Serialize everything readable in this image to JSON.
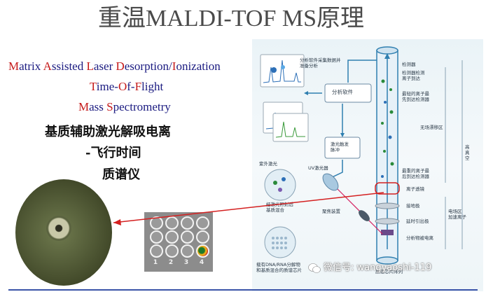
{
  "slide": {
    "title": "重温MALDI-TOF MS原理",
    "acronyms": [
      {
        "parts": [
          {
            "t": "M",
            "red": true
          },
          {
            "t": "atrix ",
            "red": false
          },
          {
            "t": "A",
            "red": true
          },
          {
            "t": "ssisted ",
            "red": false
          },
          {
            "t": "L",
            "red": true
          },
          {
            "t": "aser ",
            "red": false
          },
          {
            "t": "D",
            "red": true
          },
          {
            "t": "esorption/",
            "red": false
          },
          {
            "t": "I",
            "red": true
          },
          {
            "t": "onization",
            "red": false
          }
        ]
      },
      {
        "parts": [
          {
            "t": "T",
            "red": true
          },
          {
            "t": "ime-",
            "red": false
          },
          {
            "t": "O",
            "red": true
          },
          {
            "t": "f-",
            "red": false
          },
          {
            "t": "F",
            "red": true
          },
          {
            "t": "light",
            "red": false
          }
        ]
      },
      {
        "parts": [
          {
            "t": "M",
            "red": true
          },
          {
            "t": "ass ",
            "red": false
          },
          {
            "t": "S",
            "red": true
          },
          {
            "t": "pectrometry",
            "red": false
          }
        ]
      }
    ],
    "chinese_lines": [
      "基质辅助激光解吸电离",
      "-飞行时间",
      "质谱仪"
    ],
    "plate_numbers": [
      "1",
      "2",
      "3",
      "4"
    ]
  },
  "diagram": {
    "labels": {
      "analysis_top": "分析软件采集数据并\n准备分析",
      "software_box": "分析软件",
      "pulse_box": "激光触发\n脉冲",
      "uv_laser_top": "紫外激光",
      "uv_laser": "UV激光器",
      "focus": "聚焦装置",
      "matrix_mix": "经激光照射后\n基质混合",
      "chip": "载有DNA/RNA分解物\n和基质混合的质谱芯片",
      "detector": "检测器",
      "detector_note": "检测器检测\n离子到达",
      "lightest": "最轻的离子最\n先到达检测器",
      "drift": "无场漂移区",
      "heaviest": "最重的离子最\n后到达检测器",
      "ion_lens": "离子透镜",
      "ground": "接地极",
      "delay": "延时引出极",
      "accel": "电场区\n加速离子",
      "analyte": "分析物被电离",
      "vacuum": "高真空",
      "chip_bottom": "质谱芯片阵列"
    }
  },
  "watermark": "微信号: wangyaoshi-119",
  "colors": {
    "title": "#4a4a4a",
    "acronym_text": "#1a1a80",
    "acronym_initial": "#c51a1a",
    "arrow": "#d42020",
    "tube": "#2f7fb0",
    "bottom_line": "#3a54a8"
  }
}
